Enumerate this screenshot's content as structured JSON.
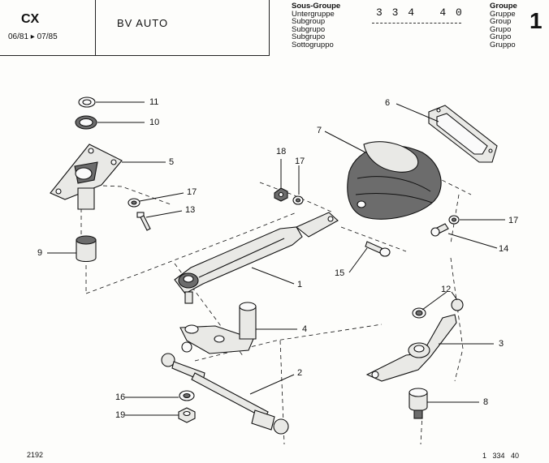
{
  "header": {
    "model": "CX",
    "period": "06/81 ▸ 07/85",
    "title": "BV AUTO",
    "subgroup_labels": [
      "Sous-Groupe",
      "Untergruppe",
      "Subgroup",
      "Subgrupo",
      "Subgrupo",
      "Sottogruppo"
    ],
    "subgroup_code": "3 3 4   4 0",
    "group_labels": [
      "Groupe",
      "Gruppe",
      "Group",
      "Grupo",
      "Grupo",
      "Gruppo"
    ],
    "group_number": "1"
  },
  "footer": {
    "left": "2192",
    "right": "1   334   40"
  },
  "callouts": [
    "11",
    "10",
    "5",
    "17",
    "13",
    "9",
    "18",
    "17",
    "6",
    "7",
    "17",
    "14",
    "15",
    "1",
    "4",
    "12",
    "3",
    "2",
    "16",
    "19",
    "8"
  ]
}
